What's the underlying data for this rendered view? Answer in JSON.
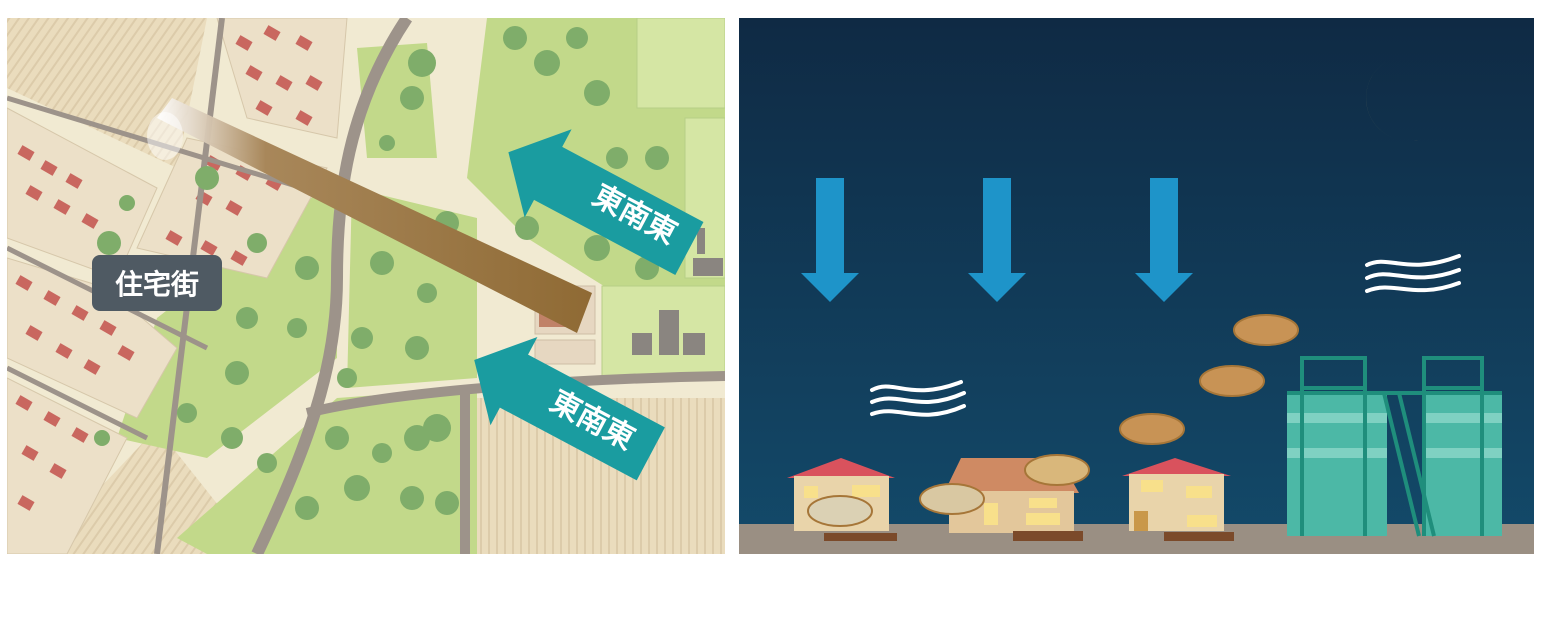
{
  "map": {
    "area_label": "住宅街",
    "wind_labels": [
      "東南東",
      "東南東"
    ]
  },
  "night_scene": {
    "moon": "crescent-moon-icon",
    "wind_arrows": 3,
    "colors": {
      "sky_top": "#0f2a44",
      "sky_bottom": "#134a6a",
      "arrow": "#1e94c9",
      "ground": "#9a8f83",
      "plant": "#4cb8a6",
      "smoke": "#c89355"
    }
  },
  "colors": {
    "map_bg": "#f1ead2",
    "park": "#c2d98a",
    "road": "#9d938a",
    "smoke_plume": "#8f6a34",
    "wind_arrow": "#1a9ca0",
    "label_bg": "#4f5a63"
  }
}
